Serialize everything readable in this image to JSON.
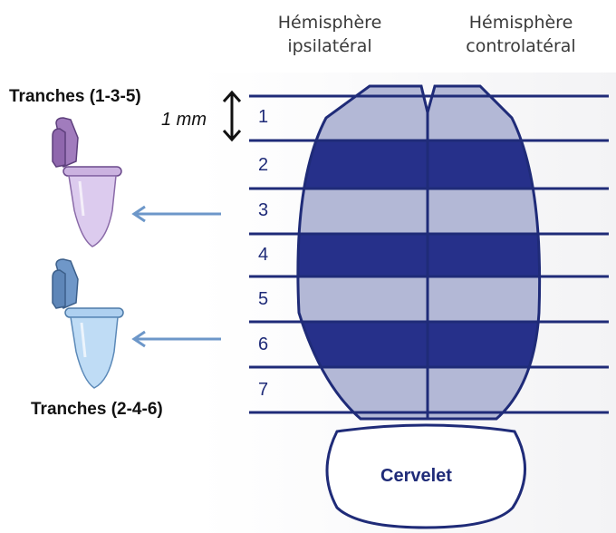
{
  "hemispheres": {
    "ipsi": [
      "Hémisphère",
      "ipsilatéral"
    ],
    "contra": [
      "Hémisphère",
      "controlatéral"
    ]
  },
  "labels": {
    "tranches_odd": "Tranches (1-3-5)",
    "tranches_even": "Tranches (2-4-6)",
    "thickness": "1 mm",
    "cerebellum": "Cervelet"
  },
  "slices": [
    {
      "number": "1",
      "shade": "light"
    },
    {
      "number": "2",
      "shade": "dark"
    },
    {
      "number": "3",
      "shade": "light"
    },
    {
      "number": "4",
      "shade": "dark"
    },
    {
      "number": "5",
      "shade": "light"
    },
    {
      "number": "6",
      "shade": "dark"
    },
    {
      "number": "7",
      "shade": "light"
    }
  ],
  "colors": {
    "dark": "#26308a",
    "light": "#b3b8d6",
    "line": "#1f2b78",
    "tube_top": "#b89bcf",
    "tube_bottom": "#9cc6ec",
    "arrow": "#6d97c9"
  }
}
